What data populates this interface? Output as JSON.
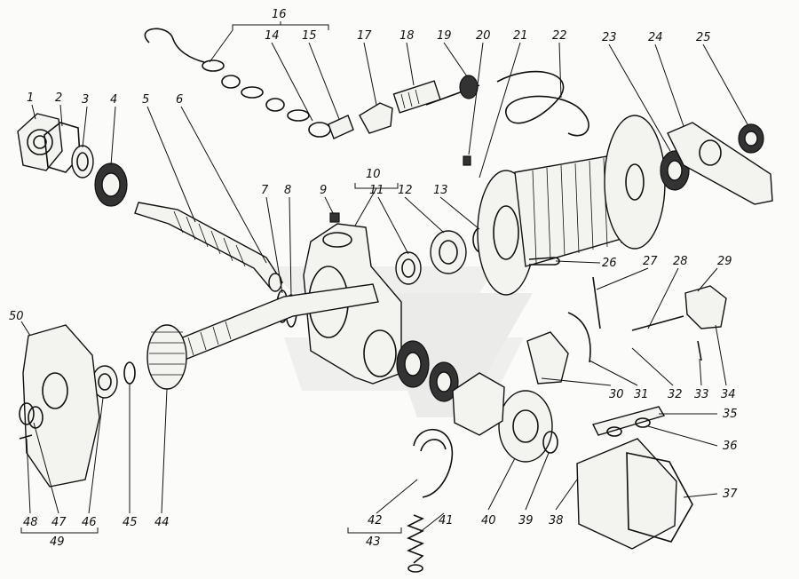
{
  "diagram": {
    "callouts": [
      {
        "id": "c1",
        "label": "1"
      },
      {
        "id": "c2",
        "label": "2"
      },
      {
        "id": "c3",
        "label": "3"
      },
      {
        "id": "c4",
        "label": "4"
      },
      {
        "id": "c5",
        "label": "5"
      },
      {
        "id": "c6",
        "label": "6"
      },
      {
        "id": "c7",
        "label": "7"
      },
      {
        "id": "c8",
        "label": "8"
      },
      {
        "id": "c9",
        "label": "9"
      },
      {
        "id": "c10",
        "label": "10"
      },
      {
        "id": "c11",
        "label": "11"
      },
      {
        "id": "c12",
        "label": "12"
      },
      {
        "id": "c13",
        "label": "13"
      },
      {
        "id": "c14",
        "label": "14"
      },
      {
        "id": "c15",
        "label": "15"
      },
      {
        "id": "c16",
        "label": "16"
      },
      {
        "id": "c17",
        "label": "17"
      },
      {
        "id": "c18",
        "label": "18"
      },
      {
        "id": "c19",
        "label": "19"
      },
      {
        "id": "c20",
        "label": "20"
      },
      {
        "id": "c21",
        "label": "21"
      },
      {
        "id": "c22",
        "label": "22"
      },
      {
        "id": "c23",
        "label": "23"
      },
      {
        "id": "c24",
        "label": "24"
      },
      {
        "id": "c25",
        "label": "25"
      },
      {
        "id": "c26",
        "label": "26"
      },
      {
        "id": "c27",
        "label": "27"
      },
      {
        "id": "c28",
        "label": "28"
      },
      {
        "id": "c29",
        "label": "29"
      },
      {
        "id": "c30",
        "label": "30"
      },
      {
        "id": "c31",
        "label": "31"
      },
      {
        "id": "c32",
        "label": "32"
      },
      {
        "id": "c33",
        "label": "33"
      },
      {
        "id": "c34",
        "label": "34"
      },
      {
        "id": "c35",
        "label": "35"
      },
      {
        "id": "c36",
        "label": "36"
      },
      {
        "id": "c37",
        "label": "37"
      },
      {
        "id": "c38",
        "label": "38"
      },
      {
        "id": "c39",
        "label": "39"
      },
      {
        "id": "c40",
        "label": "40"
      },
      {
        "id": "c41",
        "label": "41"
      },
      {
        "id": "c42",
        "label": "42"
      },
      {
        "id": "c43",
        "label": "43"
      },
      {
        "id": "c44",
        "label": "44"
      },
      {
        "id": "c45",
        "label": "45"
      },
      {
        "id": "c46",
        "label": "46"
      },
      {
        "id": "c47",
        "label": "47"
      },
      {
        "id": "c48",
        "label": "48"
      },
      {
        "id": "c49",
        "label": "49"
      },
      {
        "id": "c50",
        "label": "50"
      }
    ],
    "colors": {
      "ink": "#111111",
      "paper": "#fbfbf9",
      "watermark": "#d9d9d9"
    }
  }
}
